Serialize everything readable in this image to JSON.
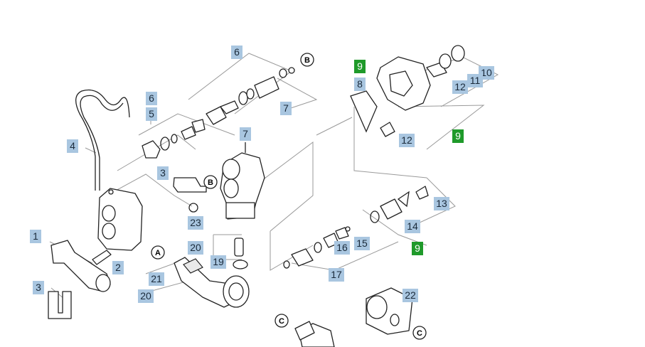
{
  "diagram": {
    "callouts": [
      {
        "id": "c1",
        "text": "1",
        "color": "blue"
      },
      {
        "id": "c2",
        "text": "2",
        "color": "blue"
      },
      {
        "id": "c3a",
        "text": "3",
        "color": "blue"
      },
      {
        "id": "c3b",
        "text": "3",
        "color": "blue"
      },
      {
        "id": "c4",
        "text": "4",
        "color": "blue"
      },
      {
        "id": "c5",
        "text": "5",
        "color": "blue"
      },
      {
        "id": "c6a",
        "text": "6",
        "color": "blue"
      },
      {
        "id": "c6b",
        "text": "6",
        "color": "blue"
      },
      {
        "id": "c7a",
        "text": "7",
        "color": "blue"
      },
      {
        "id": "c7b",
        "text": "7",
        "color": "blue"
      },
      {
        "id": "c8",
        "text": "8",
        "color": "blue"
      },
      {
        "id": "c9a",
        "text": "9",
        "color": "green"
      },
      {
        "id": "c9b",
        "text": "9",
        "color": "green"
      },
      {
        "id": "c9c",
        "text": "9",
        "color": "green"
      },
      {
        "id": "c10",
        "text": "10",
        "color": "blue"
      },
      {
        "id": "c11",
        "text": "11",
        "color": "blue"
      },
      {
        "id": "c12a",
        "text": "12",
        "color": "blue"
      },
      {
        "id": "c12b",
        "text": "12",
        "color": "blue"
      },
      {
        "id": "c13",
        "text": "13",
        "color": "blue"
      },
      {
        "id": "c14",
        "text": "14",
        "color": "blue"
      },
      {
        "id": "c15",
        "text": "15",
        "color": "blue"
      },
      {
        "id": "c16",
        "text": "16",
        "color": "blue"
      },
      {
        "id": "c17",
        "text": "17",
        "color": "blue"
      },
      {
        "id": "c19",
        "text": "19",
        "color": "blue"
      },
      {
        "id": "c20a",
        "text": "20",
        "color": "blue"
      },
      {
        "id": "c20b",
        "text": "20",
        "color": "blue"
      },
      {
        "id": "c21",
        "text": "21",
        "color": "blue"
      },
      {
        "id": "c22",
        "text": "22",
        "color": "blue"
      },
      {
        "id": "c23",
        "text": "23",
        "color": "blue"
      }
    ],
    "markers": [
      {
        "id": "mB1",
        "text": "B"
      },
      {
        "id": "mB2",
        "text": "B"
      },
      {
        "id": "mA",
        "text": "A"
      },
      {
        "id": "mC1",
        "text": "C"
      },
      {
        "id": "mC2",
        "text": "C"
      }
    ],
    "colors": {
      "callout_blue": "#a9c6e0",
      "callout_green": "#1f9a2a",
      "leader": "#9a9a9a"
    }
  }
}
